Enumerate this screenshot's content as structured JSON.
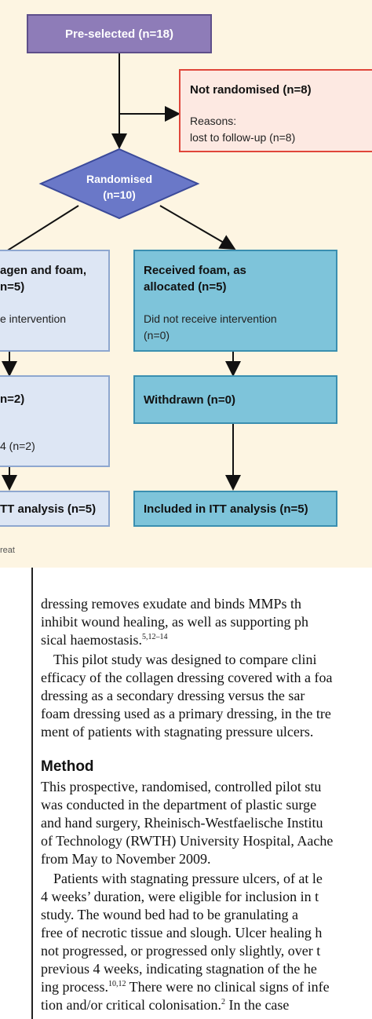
{
  "flowchart": {
    "preselected": "Pre-selected (n=18)",
    "not_randomised": {
      "title": "Not randomised (n=8)",
      "reasons_label": "Reasons:",
      "reason": "lost to follow-up (n=8)"
    },
    "randomised": {
      "line1": "Randomised",
      "line2": "(n=10)"
    },
    "left_alloc": {
      "line1": "agen and foam,",
      "line2": "n=5)",
      "line3": "e intervention"
    },
    "right_alloc": {
      "line1": "Received foam, as",
      "line2": "allocated (n=5)",
      "line3": "Did not receive intervention",
      "line4": "(n=0)"
    },
    "left_withdrawn": {
      "line1": "n=2)",
      "line2": "4 (n=2)"
    },
    "right_withdrawn": "Withdrawn (n=0)",
    "left_itt": "TT analysis (n=5)",
    "right_itt": "Included in ITT analysis (n=5)",
    "caption": "reat"
  },
  "article": {
    "lines_a": [
      "dressing removes exudate and binds MMPs th",
      "inhibit wound healing, as well as supporting ph"
    ],
    "line_a3": "sical haemostasis.",
    "line_a3_sup": "5,12–14",
    "lines_b": [
      "This pilot study was designed to compare clini",
      "efficacy of the collagen dressing covered with a foa",
      "dressing as a secondary dressing versus the sar",
      "foam dressing used as a primary dressing, in the tre",
      "ment of patients with stagnating pressure ulcers."
    ],
    "heading": "Method",
    "lines_c": [
      "This prospective, randomised, controlled pilot stu",
      "was conducted in the department of plastic surge",
      "and hand surgery, Rheinisch-Westfaelische Institu",
      "of Technology (RWTH) University Hospital, Aache",
      "from May to November 2009."
    ],
    "lines_d": [
      "Patients with stagnating pressure ulcers, of at le",
      "4 weeks’ duration, were eligible for inclusion in t",
      "study. The wound bed had to be granulating a",
      "free of necrotic tissue and slough. Ulcer healing h",
      "not progressed, or progressed only slightly, over t",
      "previous 4 weeks, indicating stagnation of the he"
    ],
    "line_d7": "ing process.",
    "line_d7_sup": "10,12",
    "line_d7_rest": " There were no clinical signs of infe",
    "line_d8": "tion and/or critical colonisation.",
    "line_d8_sup": "2",
    "line_d8_rest": " In the case"
  }
}
